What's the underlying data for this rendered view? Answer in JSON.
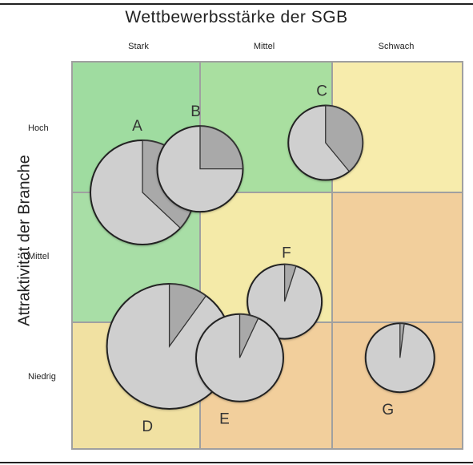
{
  "title": "Wettbewerbsstärke der SGB",
  "x_axis": {
    "labels": [
      "Stark",
      "Mittel",
      "Schwach"
    ]
  },
  "y_axis": {
    "title": "Attraktivität der Branche",
    "labels": [
      "Hoch",
      "Mittel",
      "Niedrig"
    ]
  },
  "cell_colors": [
    [
      "#9fdca0",
      "#a9dfa0",
      "#f7ecac"
    ],
    [
      "#a8dea6",
      "#f4eaa8",
      "#f2cf9c"
    ],
    [
      "#f1e1a2",
      "#f2cf9c",
      "#f1cc9a"
    ]
  ],
  "grid_color": "#a0a0a0",
  "pie_color": "#cfcfcf",
  "slice_color": "#8a8a8a",
  "business_units": [
    {
      "id": "A",
      "size": 1.3,
      "share": 0.37,
      "col": 0.55,
      "row": 1.0
    },
    {
      "id": "B",
      "size": 1.07,
      "share": 0.25,
      "col": 1.0,
      "row": 0.82
    },
    {
      "id": "C",
      "size": 0.93,
      "share": 0.39,
      "col": 1.95,
      "row": 0.62
    },
    {
      "id": "F",
      "size": 0.93,
      "share": 0.05,
      "col": 1.64,
      "row": 1.84
    },
    {
      "id": "D",
      "size": 1.56,
      "share": 0.1,
      "col": 0.76,
      "row": 2.19
    },
    {
      "id": "E",
      "size": 1.09,
      "share": 0.07,
      "col": 1.3,
      "row": 2.28
    },
    {
      "id": "G",
      "size": 0.86,
      "share": 0.02,
      "col": 2.52,
      "row": 2.28
    }
  ]
}
